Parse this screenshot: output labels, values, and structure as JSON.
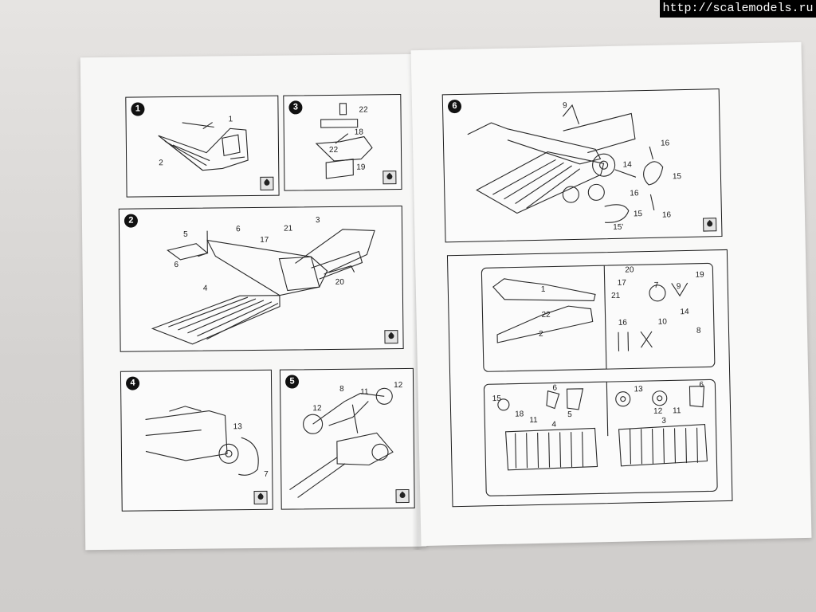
{
  "watermark": "http://scalemodels.ru",
  "steps": [
    {
      "id": 1,
      "label": "1",
      "parts": [
        "1",
        "2"
      ]
    },
    {
      "id": 2,
      "label": "2",
      "parts": [
        "3",
        "4",
        "5",
        "6",
        "6",
        "17",
        "20",
        "21"
      ]
    },
    {
      "id": 3,
      "label": "3",
      "parts": [
        "18",
        "19",
        "22",
        "22"
      ]
    },
    {
      "id": 4,
      "label": "4",
      "parts": [
        "13",
        "7"
      ]
    },
    {
      "id": 5,
      "label": "5",
      "parts": [
        "8",
        "11",
        "12",
        "12"
      ]
    },
    {
      "id": 6,
      "label": "6",
      "parts": [
        "9",
        "14",
        "15",
        "15'",
        "16",
        "16",
        "16"
      ]
    }
  ],
  "sprue": {
    "upper_labels": [
      "1",
      "2",
      "20",
      "17",
      "7",
      "9",
      "19",
      "21",
      "22",
      "16",
      "10",
      "14",
      "8"
    ],
    "lower_labels": [
      "15",
      "18",
      "11",
      "6",
      "5",
      "13",
      "12",
      "11",
      "6",
      "4",
      "3"
    ]
  },
  "icon": "paint-drop-icon"
}
